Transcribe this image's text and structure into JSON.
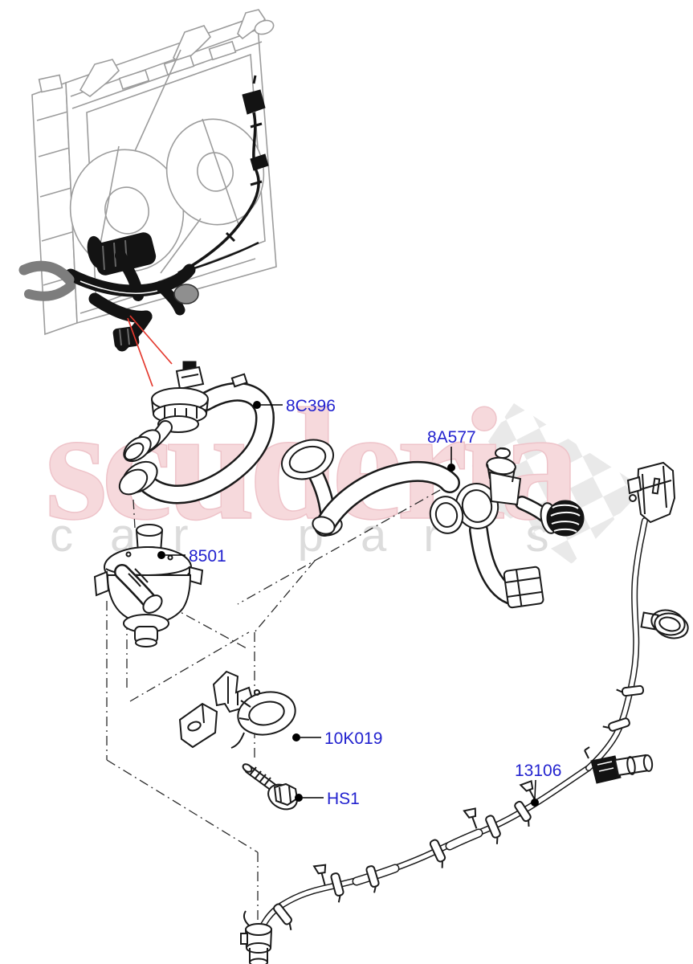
{
  "diagram": {
    "background": "#ffffff",
    "label_color": "#2222cf",
    "leader_color": "#000000",
    "pointer_color": "#e4392e",
    "callouts": [
      {
        "label": "8C396"
      },
      {
        "label": "8A577"
      },
      {
        "label": "8501"
      },
      {
        "label": "10K019"
      },
      {
        "label": "HS1"
      },
      {
        "label": "13106"
      }
    ]
  },
  "watermark": {
    "brand": "scuderia",
    "tagline": "car parts",
    "brand_color": "#f6d9dc",
    "tagline_color": "#dcdcdc",
    "flag_check_color": "#e9e9e9"
  }
}
